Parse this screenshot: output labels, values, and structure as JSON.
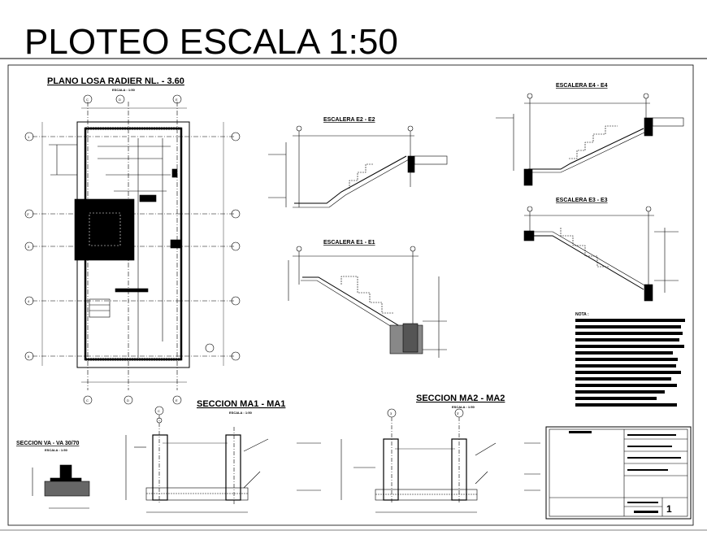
{
  "title": "PLOTEO ESCALA 1:50",
  "drawings": {
    "plan_title": "PLANO LOSA RADIER NL. - 3.60",
    "plan_scale": "ESCALA : 1:50",
    "axis_cols": [
      "C",
      "D",
      "E"
    ],
    "axis_rows": [
      "1",
      "2'",
      "3",
      "4",
      "5"
    ],
    "stair_e2": "ESCALERA E2 - E2",
    "stair_e1": "ESCALERA E1 - E1",
    "stair_e4": "ESCALERA E4 - E4",
    "stair_e3": "ESCALERA E3 - E3",
    "section_ma1": "SECCION MA1 - MA1",
    "section_ma1_scale": "ESCALA : 1:50",
    "section_ma2": "SECCION MA2 - MA2",
    "section_ma2_scale": "ESCALA : 1:50",
    "section_va": "SECCION VA - VA 30/70",
    "section_va_scale": "ESCALA : 1:50",
    "ma1_axes": [
      "C",
      "C'"
    ],
    "ma2_axes": [
      "3",
      "3'"
    ],
    "notes_heading": "NOTA :",
    "sheet_number": "1"
  }
}
